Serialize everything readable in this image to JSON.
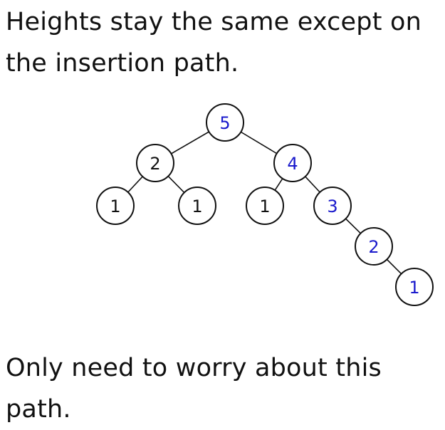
{
  "heading": "Heights stay the same except on the insertion path.",
  "footer": "Only need to worry about this path.",
  "colors": {
    "path_node_text": "#1a1acc",
    "normal_node_text": "#111111",
    "stroke": "#111111"
  },
  "tree": {
    "nodes": [
      {
        "id": "n-root",
        "label": "5",
        "on_path": true
      },
      {
        "id": "n-left",
        "label": "2",
        "on_path": false
      },
      {
        "id": "n-left-left",
        "label": "1",
        "on_path": false
      },
      {
        "id": "n-left-right",
        "label": "1",
        "on_path": false
      },
      {
        "id": "n-right",
        "label": "4",
        "on_path": true
      },
      {
        "id": "n-right-left",
        "label": "1",
        "on_path": false
      },
      {
        "id": "n-right-right",
        "label": "3",
        "on_path": true
      },
      {
        "id": "n-rrr",
        "label": "2",
        "on_path": true
      },
      {
        "id": "n-rrrr",
        "label": "1",
        "on_path": true
      }
    ],
    "edges": [
      {
        "from": "n-root",
        "to": "n-left"
      },
      {
        "from": "n-root",
        "to": "n-right"
      },
      {
        "from": "n-left",
        "to": "n-left-left"
      },
      {
        "from": "n-left",
        "to": "n-left-right"
      },
      {
        "from": "n-right",
        "to": "n-right-left"
      },
      {
        "from": "n-right",
        "to": "n-right-right"
      },
      {
        "from": "n-right-right",
        "to": "n-rrr"
      },
      {
        "from": "n-rrr",
        "to": "n-rrrr"
      }
    ]
  }
}
